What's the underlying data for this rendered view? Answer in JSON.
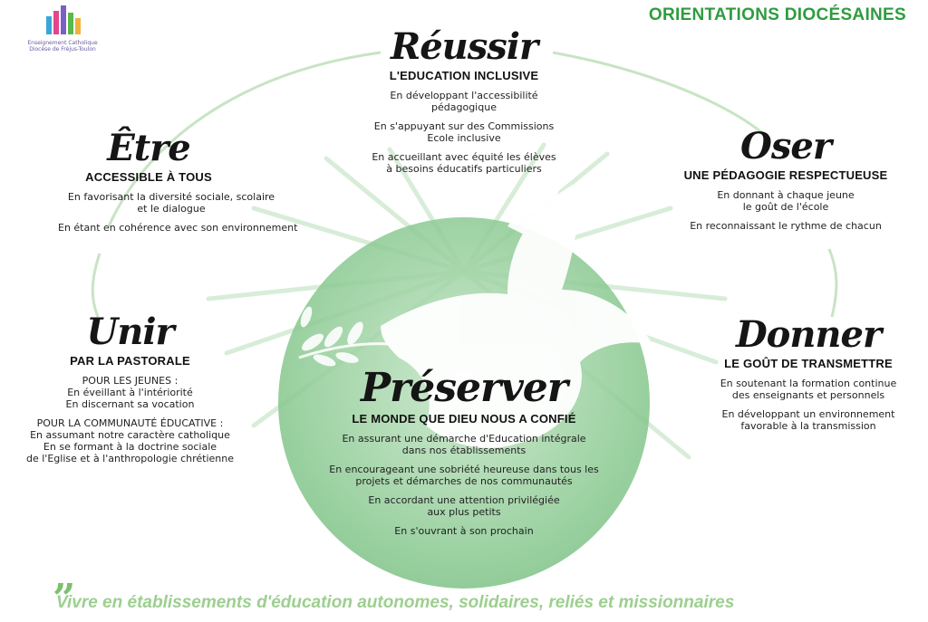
{
  "header": {
    "title": "ORIENTATIONS DIOCÉSAINES",
    "logo_line1": "Enseignement Catholique",
    "logo_line2": "Diocèse de Fréjus-Toulon"
  },
  "sections": {
    "reussir": {
      "verb": "Réussir",
      "subtitle": "L'EDUCATION INCLUSIVE",
      "lines": [
        "En développant l'accessibilité",
        "pédagogique",
        "",
        "En s'appuyant sur des Commissions",
        "Ecole inclusive",
        "",
        "En accueillant avec équité les élèves",
        "à besoins éducatifs particuliers"
      ]
    },
    "etre": {
      "verb": "Être",
      "subtitle": "ACCESSIBLE À TOUS",
      "lines": [
        "En favorisant la diversité sociale, scolaire",
        "et le dialogue",
        "",
        "En étant en cohérence avec son environnement"
      ]
    },
    "oser": {
      "verb": "Oser",
      "subtitle": "UNE PÉDAGOGIE RESPECTUEUSE",
      "lines": [
        "En donnant à chaque jeune",
        "le goût de l'école",
        "",
        "En reconnaissant le rythme de chacun"
      ]
    },
    "unir": {
      "verb": "Unir",
      "subtitle": "PAR LA PASTORALE",
      "lines": [
        "POUR LES JEUNES :",
        "En éveillant à l'intériorité",
        "En discernant sa vocation",
        "",
        "POUR LA COMMUNAUTÉ ÉDUCATIVE :",
        "En assumant notre caractère catholique",
        "En se formant à la doctrine sociale",
        "de l'Eglise et à l'anthropologie chrétienne"
      ]
    },
    "donner": {
      "verb": "Donner",
      "subtitle": "LE GOÛT DE TRANSMETTRE",
      "lines": [
        "En soutenant la formation continue",
        "des enseignants et personnels",
        "",
        "En développant un environnement",
        "favorable à la transmission"
      ]
    },
    "preserver": {
      "verb": "Préserver",
      "subtitle": "LE MONDE QUE DIEU NOUS A CONFIÉ",
      "lines": [
        "En assurant une démarche d'Education intégrale",
        "dans nos établissements",
        "",
        "En encourageant une sobriété heureuse dans tous les",
        "projets et démarches de nos communautés",
        "",
        "En accordant une attention privilégiée",
        "aux plus petits",
        "",
        "En s'ouvrant à son prochain"
      ]
    }
  },
  "motto": "Vivre en établissements d'éducation autonomes, solidaires, reliés et missionnaires",
  "colors": {
    "accent_green": "#2e9c3f",
    "light_green": "#9ccf8f",
    "circle_green": "#8fcb93"
  }
}
